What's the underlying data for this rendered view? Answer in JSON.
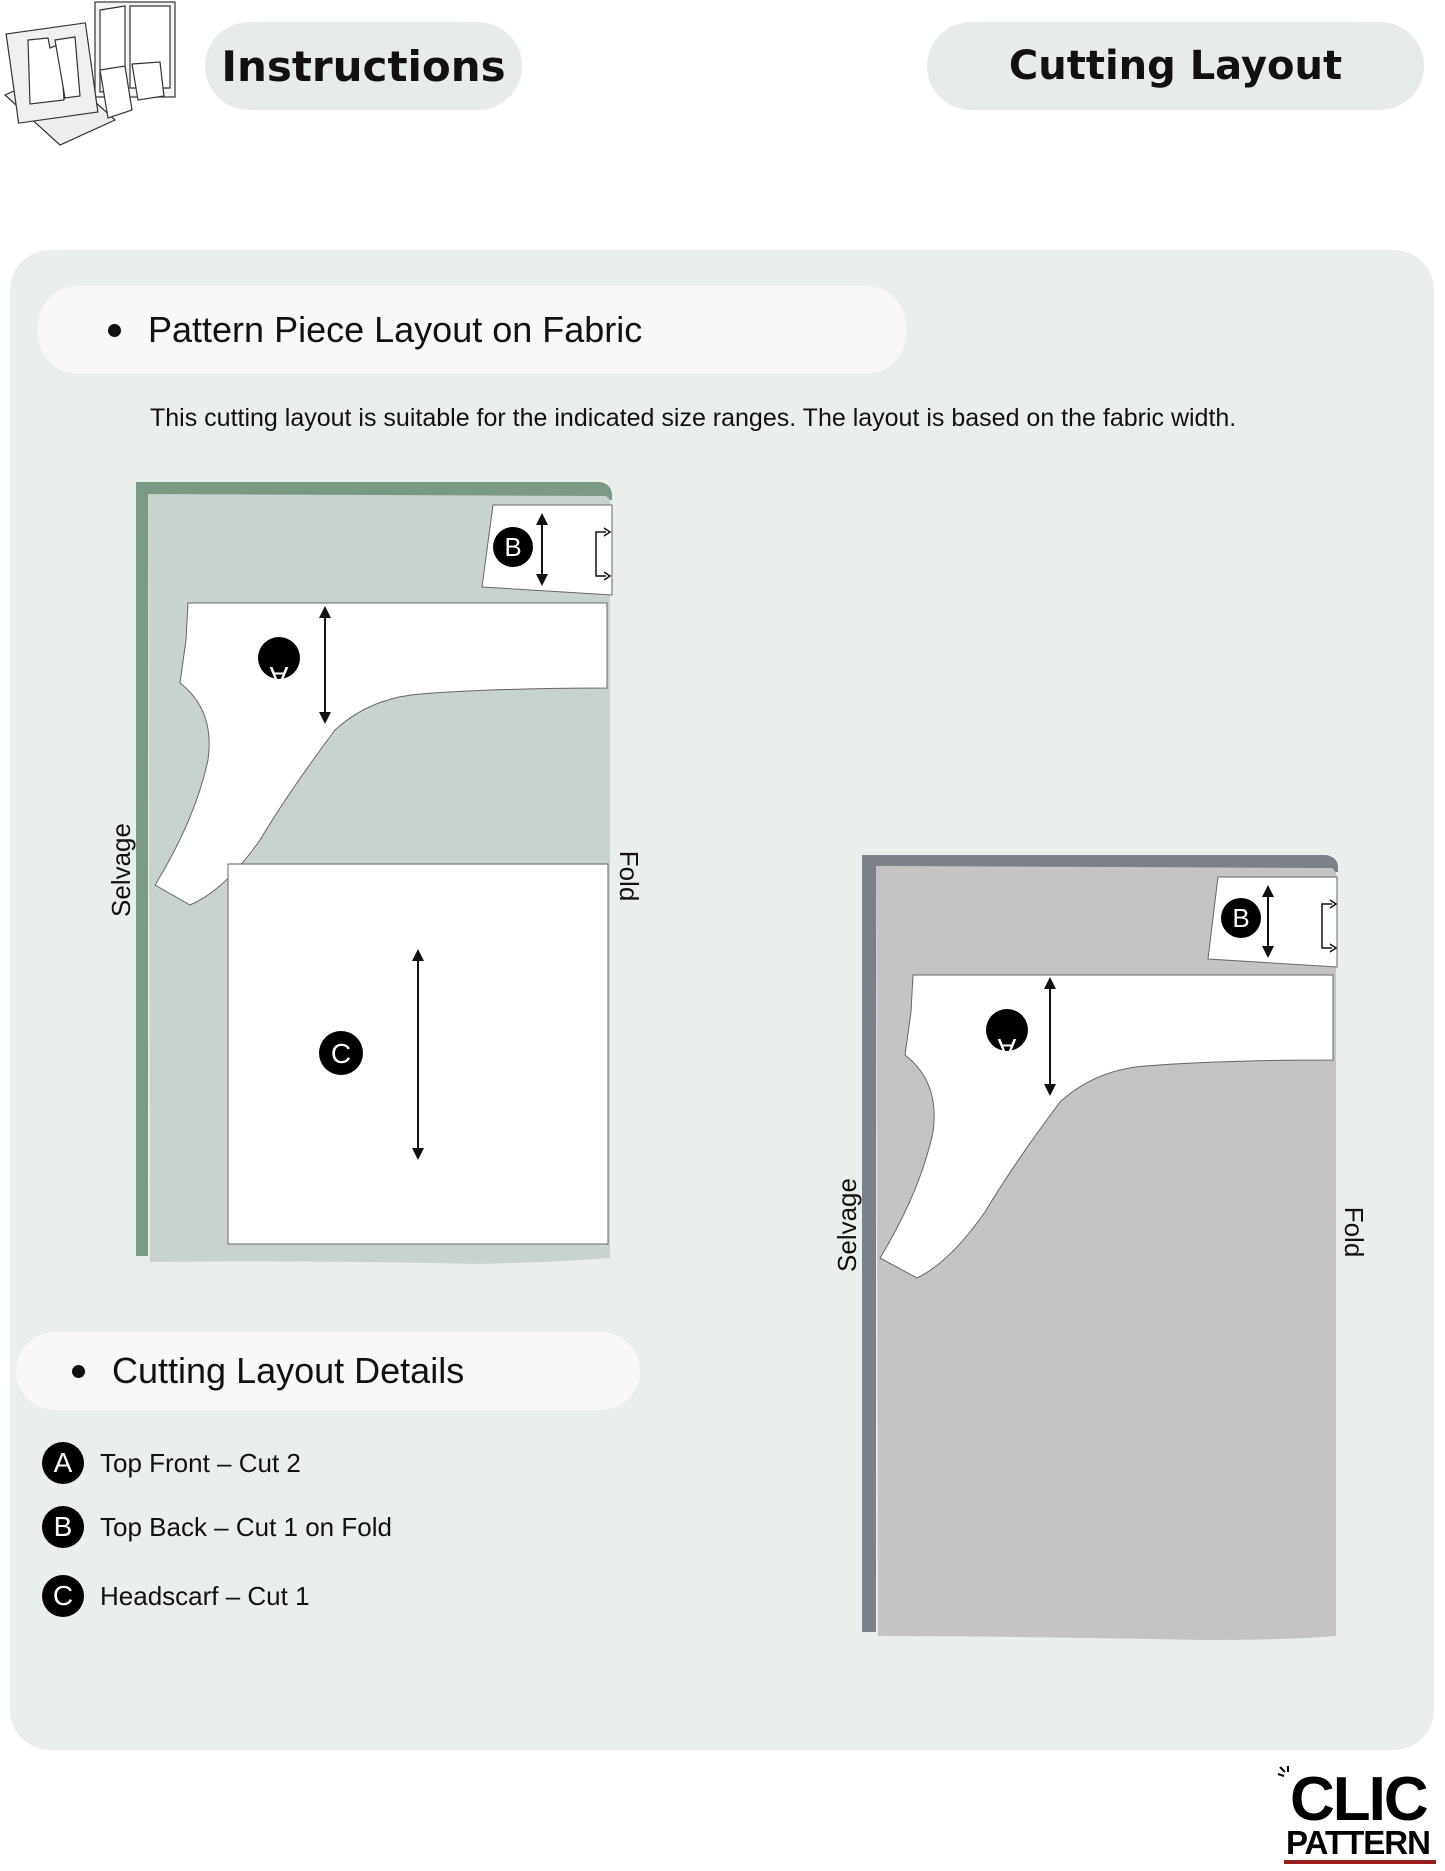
{
  "header": {
    "instructions_label": "Instructions",
    "cutting_layout_label": "Cutting Layout"
  },
  "layout_section": {
    "title": "Pattern Piece Layout on Fabric",
    "intro": "This cutting layout is suitable for the indicated size ranges. The layout is based on the fabric width."
  },
  "diagram_1": {
    "fabric_color": "#c9d3cd",
    "selvage_color": "#7a9a86",
    "selvage_label": "Selvage",
    "fold_label": "Fold",
    "pieces": [
      "B",
      "A",
      "C"
    ]
  },
  "diagram_2": {
    "fabric_color": "#c4c4c4",
    "selvage_color": "#7b8089",
    "selvage_label": "Selvage",
    "fold_label": "Fold",
    "pieces": [
      "B",
      "A"
    ]
  },
  "details_section": {
    "title": "Cutting Layout Details",
    "items": [
      {
        "letter": "A",
        "text": "Top Front – Cut 2"
      },
      {
        "letter": "B",
        "text": "Top Back – Cut 1 on Fold"
      },
      {
        "letter": "C",
        "text": "Headscarf – Cut 1"
      }
    ]
  },
  "logo": {
    "line1": "CLIC",
    "line2": "PATTERN"
  }
}
